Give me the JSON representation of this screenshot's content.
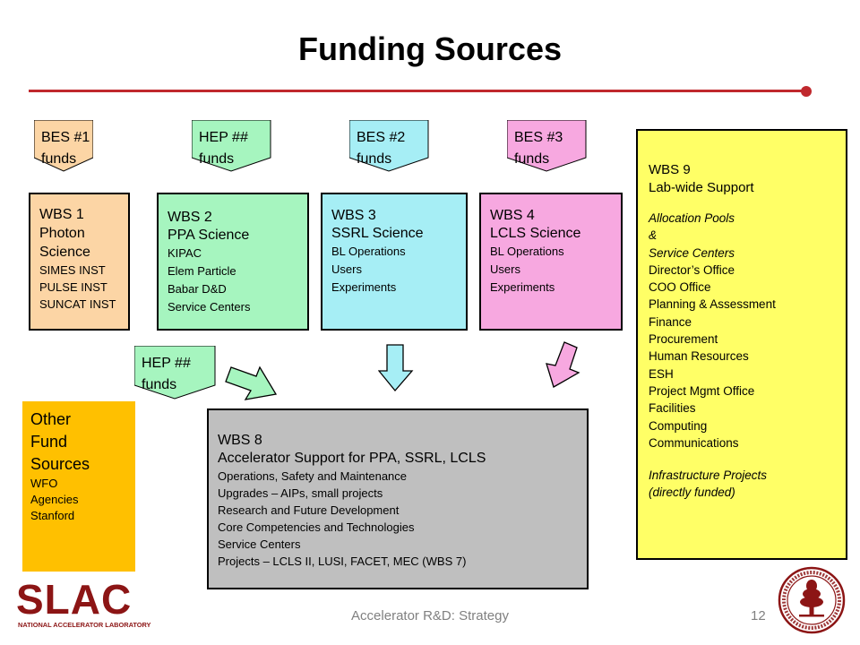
{
  "slide": {
    "title": "Funding Sources",
    "footer": "Accelerator R&D: Strategy",
    "page_number": "12",
    "accent_color": "#c0282d"
  },
  "tags": {
    "bes1": {
      "line1": "BES #1",
      "line2": "funds",
      "color": "#fcd5a5"
    },
    "hep1": {
      "line1": "HEP ##",
      "line2": "funds",
      "color": "#a6f5bf"
    },
    "bes2": {
      "line1": "BES #2",
      "line2": "funds",
      "color": "#a6eef5"
    },
    "bes3": {
      "line1": "BES #3",
      "line2": "funds",
      "color": "#f7a8e0"
    },
    "hep2": {
      "line1": "HEP ##",
      "line2": "funds",
      "color": "#a6f5bf"
    }
  },
  "wbs1": {
    "lines": [
      "WBS 1",
      "Photon",
      "Science"
    ],
    "items": [
      "SIMES INST",
      "PULSE INST",
      "SUNCAT INST"
    ],
    "color": "#fcd5a5"
  },
  "wbs2": {
    "lines": [
      "WBS 2",
      "PPA Science"
    ],
    "items": [
      "KIPAC",
      "Elem Particle",
      "Babar D&D",
      "Service Centers"
    ],
    "color": "#a6f5bf"
  },
  "wbs3": {
    "lines": [
      "WBS 3",
      "SSRL Science"
    ],
    "items": [
      "BL Operations",
      "Users",
      "Experiments"
    ],
    "color": "#a6eef5"
  },
  "wbs4": {
    "lines": [
      "WBS 4",
      "LCLS Science"
    ],
    "items": [
      "BL Operations",
      "Users",
      "Experiments"
    ],
    "color": "#f7a8e0"
  },
  "wbs8": {
    "lines": [
      "WBS 8",
      "Accelerator Support for PPA, SSRL, LCLS"
    ],
    "items": [
      "Operations, Safety and Maintenance",
      "Upgrades – AIPs, small projects",
      "Research and Future Development",
      "Core Competencies and Technologies",
      "Service Centers",
      "Projects – LCLS II, LUSI, FACET, MEC (WBS 7)"
    ],
    "color": "#bfbfbf"
  },
  "wbs9": {
    "lines": [
      "WBS 9",
      "Lab-wide Support"
    ],
    "italic_items": [
      "Allocation Pools",
      "&",
      "Service Centers"
    ],
    "items": [
      "Director’s Office",
      "COO Office",
      "Planning & Assessment",
      "Finance",
      "Procurement",
      "Human Resources",
      "ESH",
      "Project Mgmt Office",
      "Facilities",
      "Computing",
      "Communications"
    ],
    "footer_italic": [
      "Infrastructure  Projects",
      "(directly funded)"
    ],
    "color": "#ffff66"
  },
  "other": {
    "lines": [
      "Other",
      "Fund",
      "Sources"
    ],
    "items": [
      "WFO",
      "Agencies",
      "Stanford"
    ],
    "color": "#ffc000"
  },
  "logo": {
    "wordmark": "SLAC",
    "subtitle": "NATIONAL ACCELERATOR LABORATORY"
  },
  "icons": {
    "arrow_green": "arrow-right-icon",
    "arrow_cyan": "arrow-down-icon",
    "arrow_pink": "arrow-down-icon",
    "seal": "stanford-seal-icon"
  }
}
